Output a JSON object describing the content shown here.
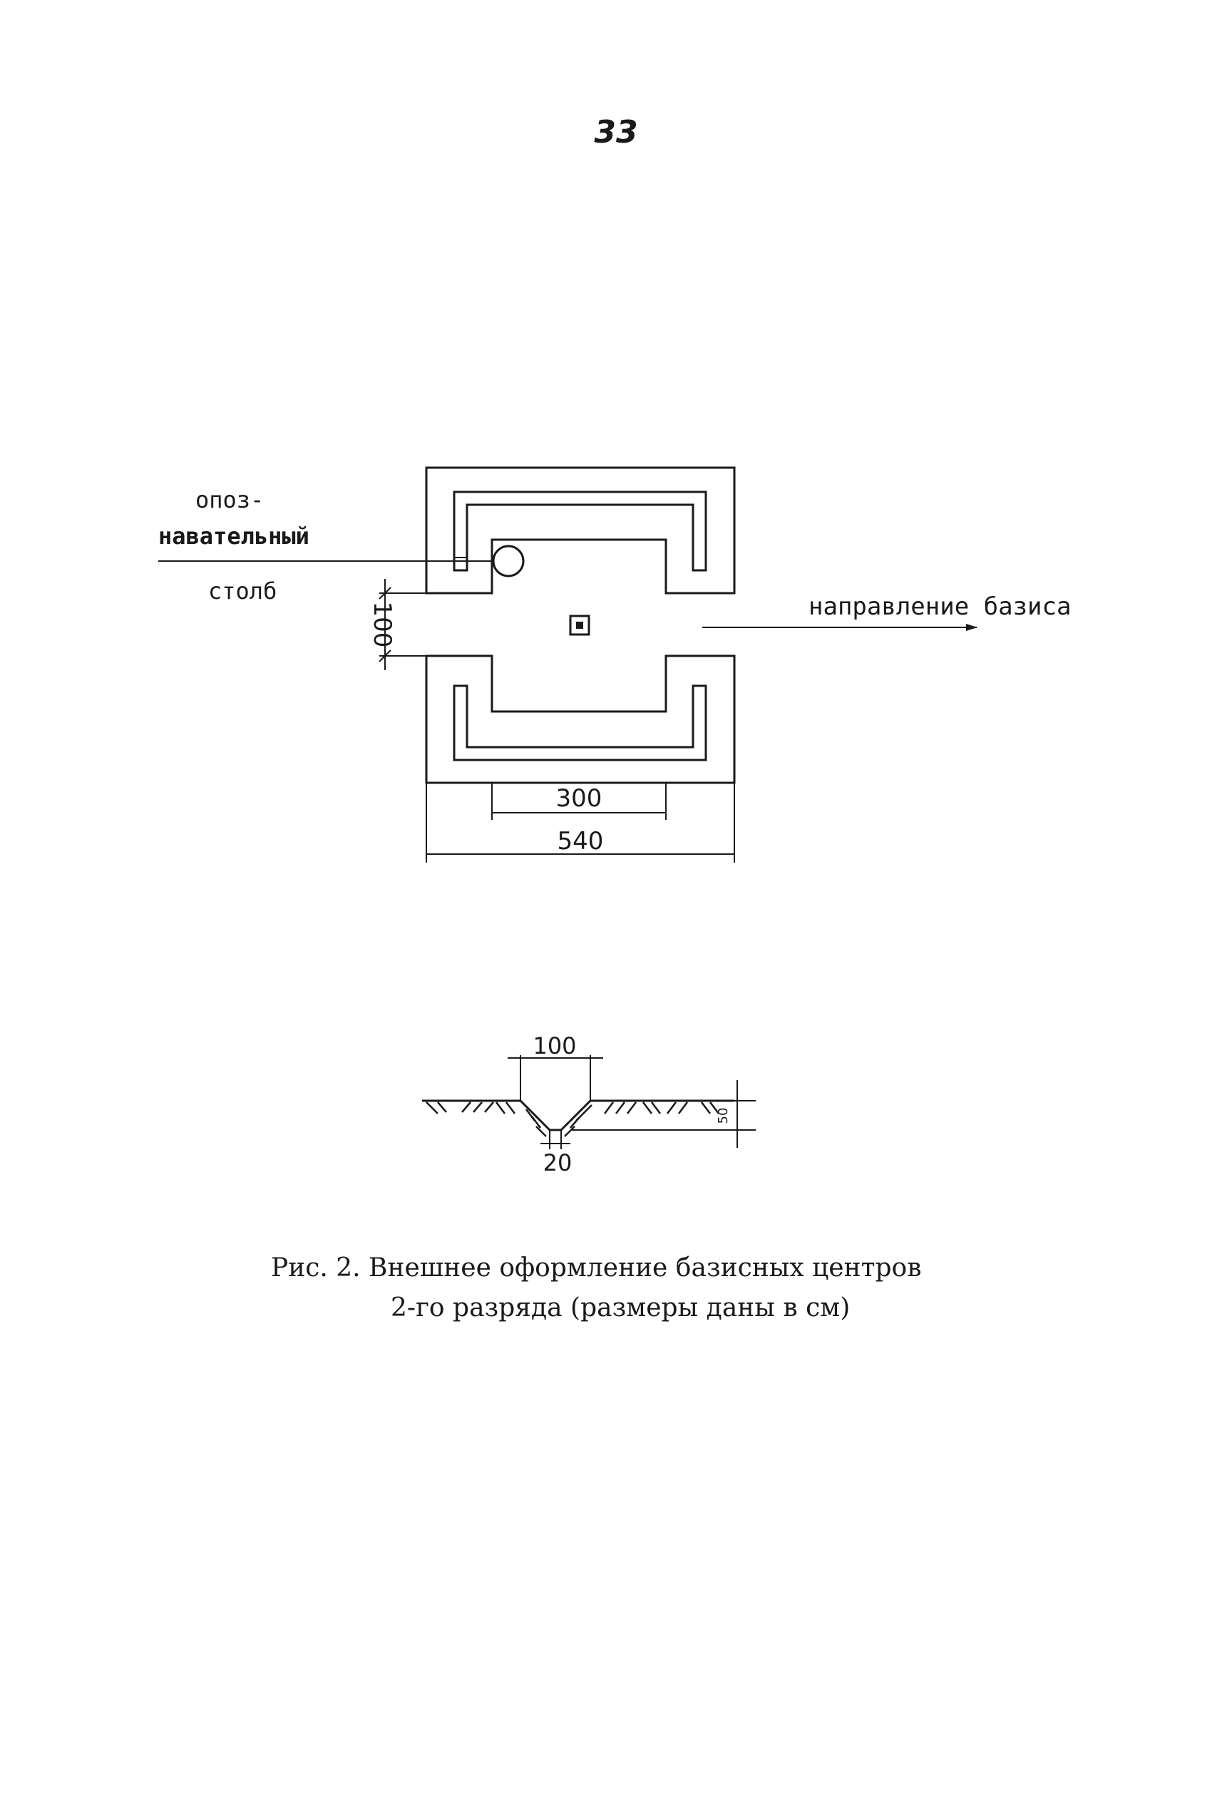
{
  "page": {
    "number": "33"
  },
  "plan": {
    "labels": {
      "post_line1": "опоз-",
      "post_line2": "навательный",
      "post_line3": "столб",
      "direction": "направление базиса"
    },
    "dimensions": {
      "gap": "100",
      "inner_width": "300",
      "outer_width": "540"
    }
  },
  "section": {
    "dimensions": {
      "top_width": "100",
      "bottom_width": "20",
      "depth": "50"
    }
  },
  "caption": {
    "line1": "Рис. 2. Внешнее оформление базисных центров",
    "line2": "2-го разряда (размеры даны в см)"
  }
}
